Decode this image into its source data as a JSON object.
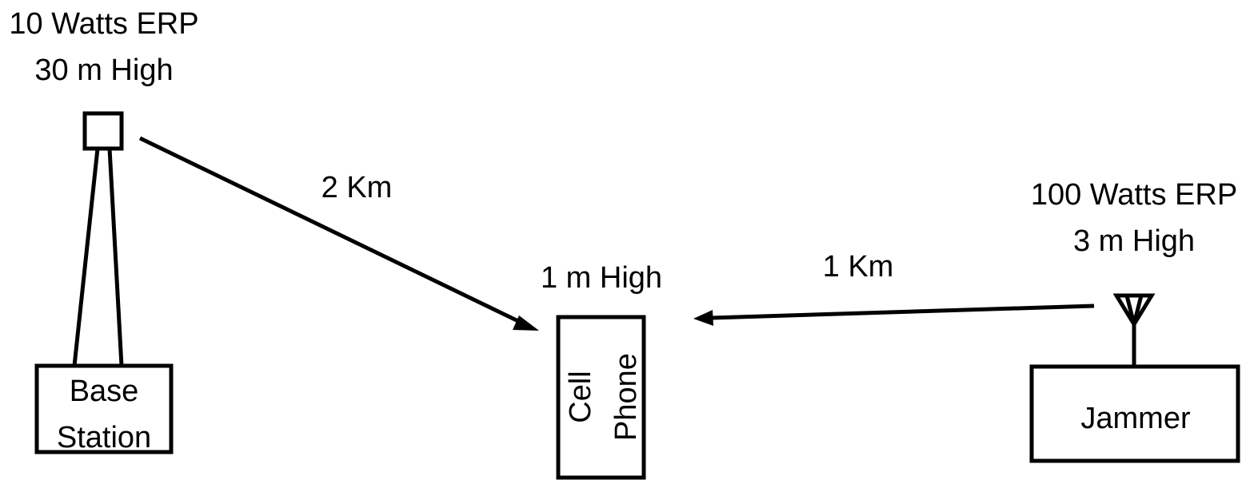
{
  "base_station": {
    "power": "10 Watts ERP",
    "height": "30 m High",
    "label_line1": "Base",
    "label_line2": "Station"
  },
  "cell_phone": {
    "height": "1 m High",
    "label_line1": "Cell",
    "label_line2": "Phone"
  },
  "jammer": {
    "power": "100 Watts ERP",
    "height": "3 m High",
    "label": "Jammer"
  },
  "links": {
    "base_to_phone_distance": "2 Km",
    "jammer_to_phone_distance": "1 Km"
  },
  "colors": {
    "line": "#000000",
    "background": "#ffffff"
  }
}
